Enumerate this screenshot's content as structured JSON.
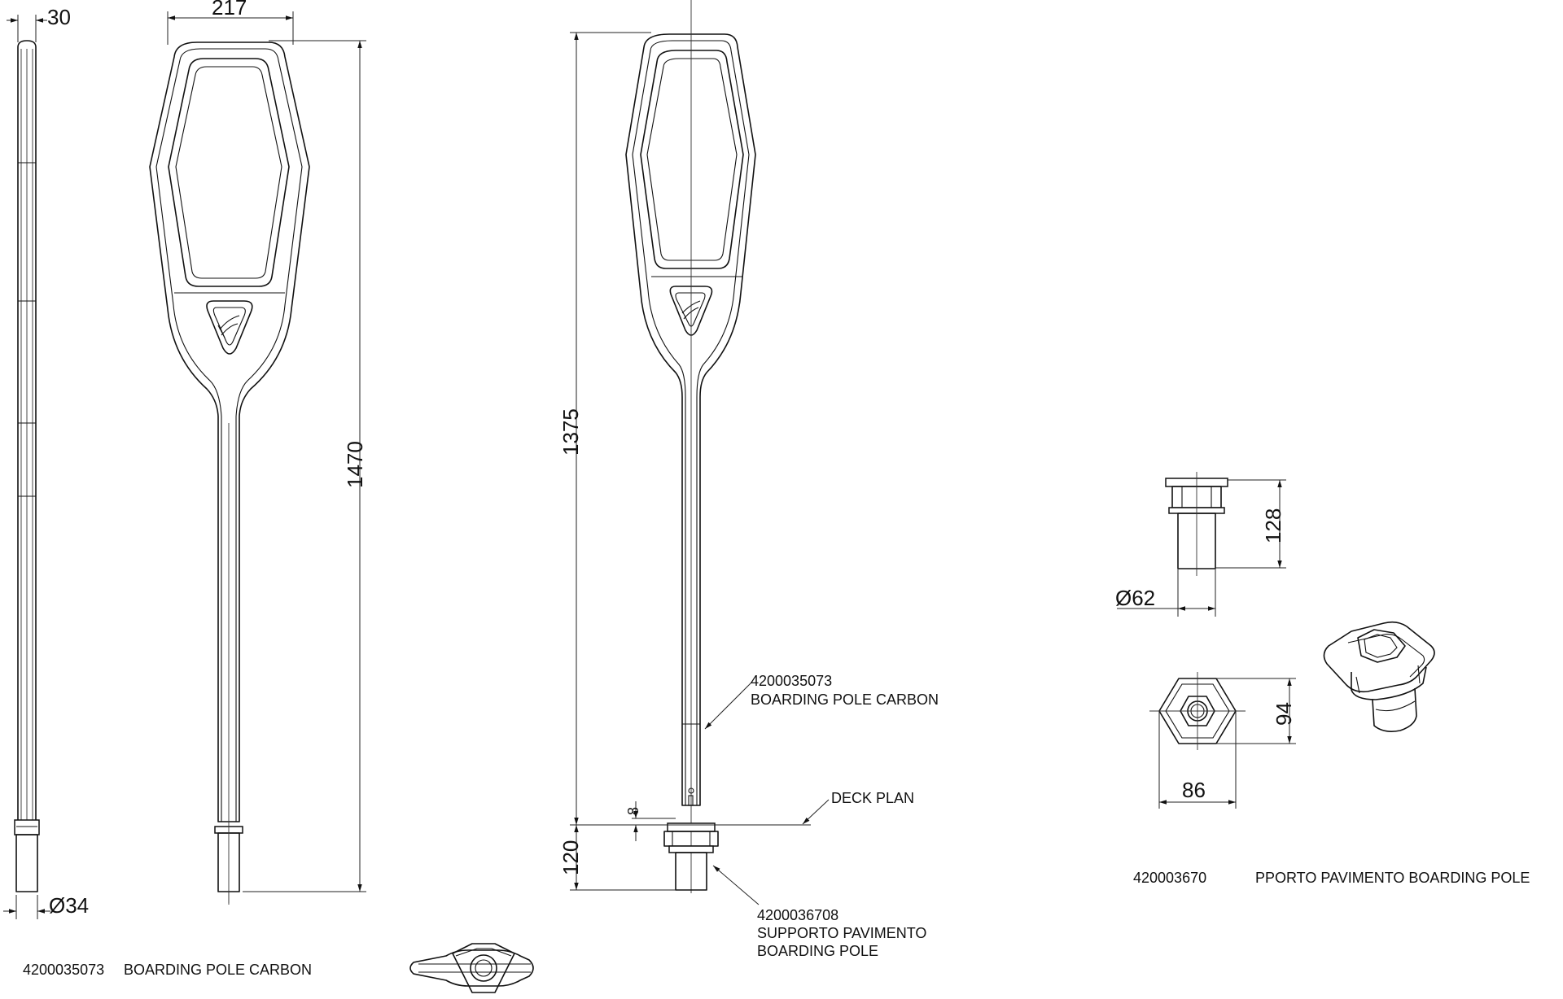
{
  "dimensions": {
    "side_width": "30",
    "side_diameter": "Ø34",
    "front_width": "217",
    "front_height": "1470",
    "install_height": "1375",
    "deck_offset": "8",
    "under_deck": "120",
    "socket_height": "128",
    "socket_diameter": "Ø62",
    "socket_plan_height": "94",
    "socket_plan_width": "86"
  },
  "callouts": {
    "pole_code": "4200035073",
    "pole_name": "BOARDING POLE CARBON",
    "deck_plan": "DECK PLAN",
    "support_code": "4200036708",
    "support_name_1": "SUPPORTO PAVIMENTO",
    "support_name_2": "BOARDING POLE"
  },
  "titles": {
    "left_code": "4200035073",
    "left_name": "BOARDING POLE CARBON",
    "right_code": "420003670",
    "right_name": "PPORTO PAVIMENTO BOARDING POLE"
  },
  "colors": {
    "line": "#111111",
    "background": "#ffffff"
  }
}
